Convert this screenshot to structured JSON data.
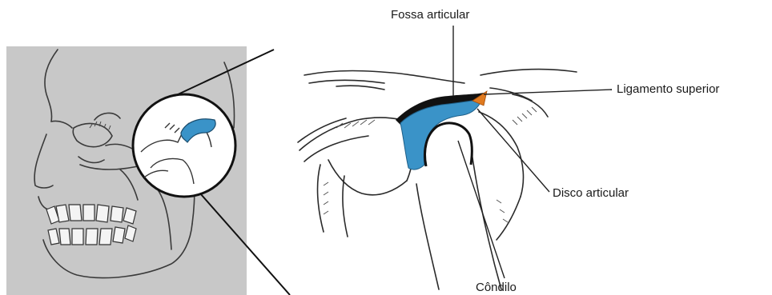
{
  "labels": {
    "fossa": "Fossa articular",
    "ligamento": "Ligamento superior",
    "disco": "Disco articular",
    "condilo": "Côndilo"
  },
  "colors": {
    "panel_background": "#c8c8c8",
    "disc": "#3a93c8",
    "ligament": "#e07a1f",
    "line": "#222222"
  }
}
